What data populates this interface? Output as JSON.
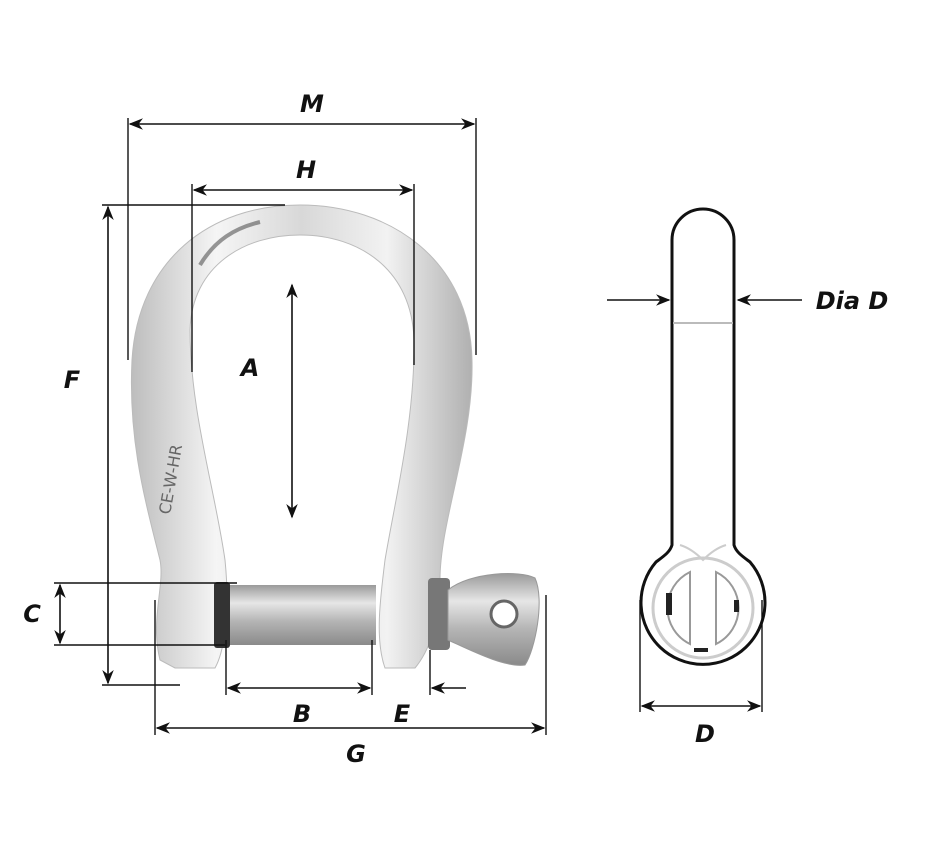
{
  "title": "Bow shackle dimension diagram",
  "labels": {
    "M": "M",
    "H": "H",
    "F": "F",
    "A": "A",
    "C": "C",
    "B": "B",
    "E": "E",
    "G": "G",
    "dia_d": "Dia D",
    "D": "D"
  },
  "engraving": "CE-W-HR",
  "colors": {
    "line": "#111111",
    "metal_light": "#f2f2f2",
    "metal_dark": "#9a9a9a"
  }
}
